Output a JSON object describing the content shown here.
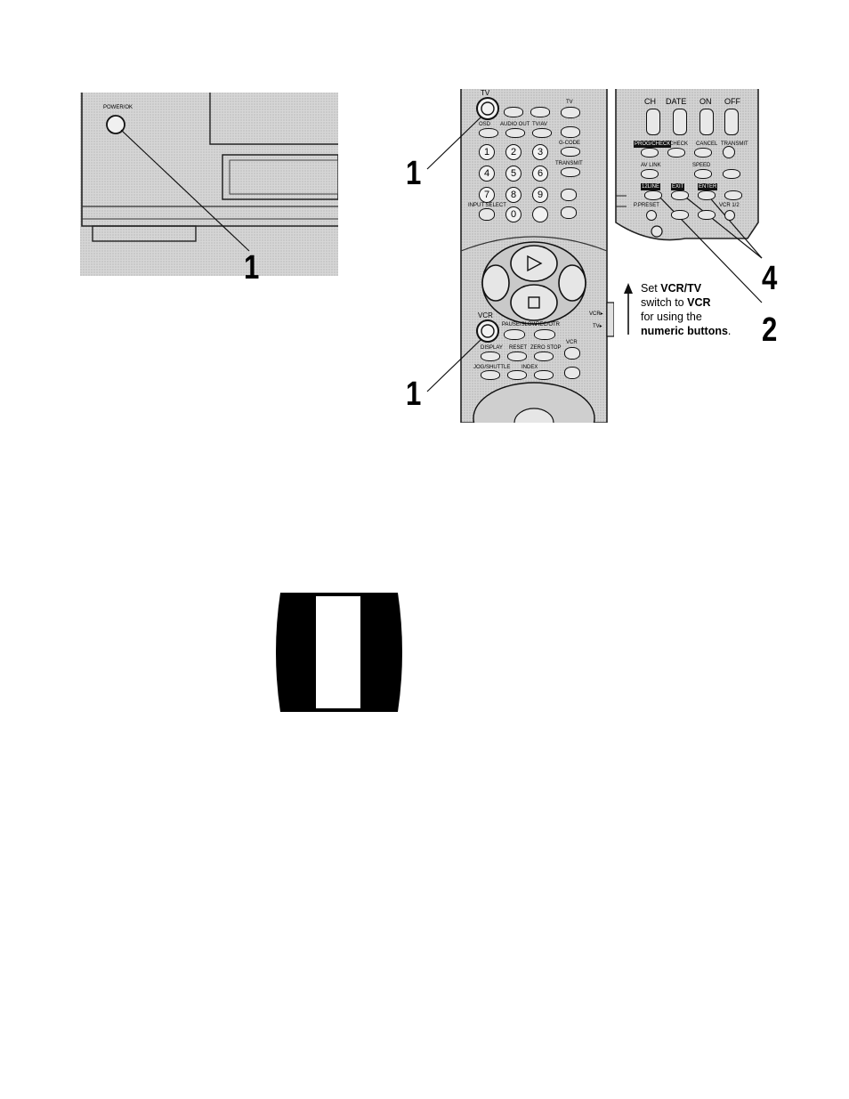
{
  "vcr_front": {
    "power_label": "POWER/OK",
    "callout": "1"
  },
  "remote_main": {
    "tv_label": "TV",
    "vcr_label": "VCR",
    "buttons_row1": [
      "OSD",
      "AUDIO OUT",
      "TV/AV"
    ],
    "digits": [
      "1",
      "2",
      "3",
      "4",
      "5",
      "6",
      "7",
      "8",
      "9",
      "0"
    ],
    "gcode_label": "G-CODE",
    "transmit_label": "TRANSMIT",
    "input_select_label": "INPUT SELECT",
    "tv_volume_label": "TV",
    "pause_label": "PAUSE/SLOW",
    "rec_label": "REC/OTR",
    "display_label": "DISPLAY",
    "reset_label": "RESET",
    "zero_stop_label": "ZERO STOP",
    "job_shuttle_label": "JOG/SHUTTLE",
    "index_label": "INDEX",
    "vcr_ch_label": "VCR",
    "callout_top": "1",
    "callout_bottom": "1",
    "switch_vcr": "VCR▸",
    "switch_tv": "TV▸"
  },
  "remote_panel": {
    "headers": [
      "CH",
      "DATE",
      "ON",
      "OFF"
    ],
    "row_labels": [
      "PROG/CHECK",
      "CHECK",
      "CANCEL",
      "TRANSMIT"
    ],
    "av_link": "AV LINK",
    "speed": "SPEED",
    "labels_row3": [
      "12LINE",
      "EXIT",
      "ENTER"
    ],
    "preset": "P.PRESET",
    "vcr12": "VCR 1/2",
    "callout_4": "4",
    "callout_2": "2"
  },
  "note": {
    "line1_prefix": "Set ",
    "line1_bold": "VCR/TV",
    "line2_prefix": "switch to ",
    "line2_bold": "VCR",
    "line3": "for using the",
    "line4_bold": "numeric buttons",
    "line4_suffix": "."
  },
  "tv_screen": {
    "description_colors": {
      "frame": "#000000",
      "bar": "#ffffff"
    }
  }
}
